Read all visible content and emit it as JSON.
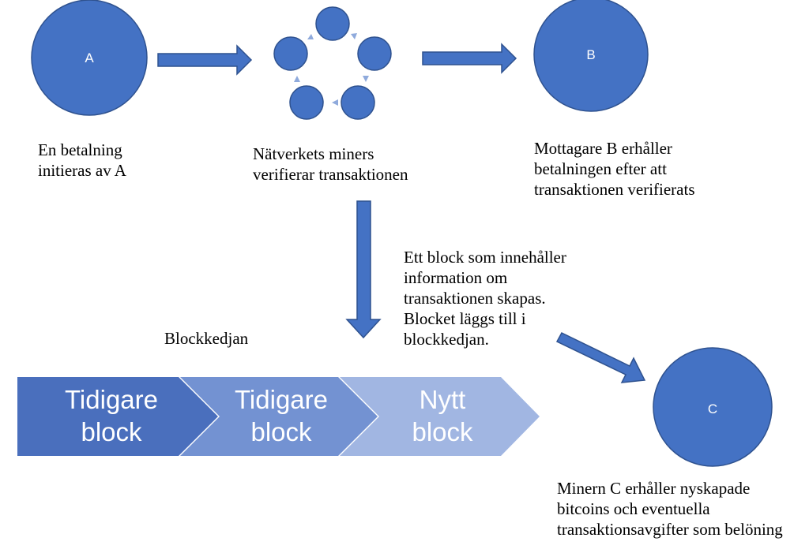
{
  "colors": {
    "node_fill": "#4472c4",
    "node_stroke": "#2f528f",
    "cycle_arrow": "#8faadc",
    "chevron_1": "#4a6fbd",
    "chevron_2": "#7392d2",
    "chevron_3": "#a1b6e2"
  },
  "nodes": {
    "a": {
      "label": "A"
    },
    "b": {
      "label": "B"
    },
    "c": {
      "label": "C"
    }
  },
  "captions": {
    "initiate": [
      "En betalning",
      "initieras av A"
    ],
    "miners": [
      "Nätverkets miners",
      "verifierar transaktionen"
    ],
    "receiver": [
      "Mottagare B erhåller",
      "betalningen efter att",
      "transaktionen verifierats"
    ],
    "block": [
      "Ett block som innehåller",
      "information om",
      "transaktionen skapas.",
      "Blocket läggs till i",
      "blockkedjan."
    ],
    "chain_title": "Blockkedjan",
    "reward": [
      "Minern C erhåller nyskapade",
      "bitcoins och eventuella",
      "transaktionsavgifter som belöning"
    ]
  },
  "chain": [
    {
      "line1": "Tidigare",
      "line2": "block"
    },
    {
      "line1": "Tidigare",
      "line2": "block"
    },
    {
      "line1": "Nytt",
      "line2": "block"
    }
  ]
}
